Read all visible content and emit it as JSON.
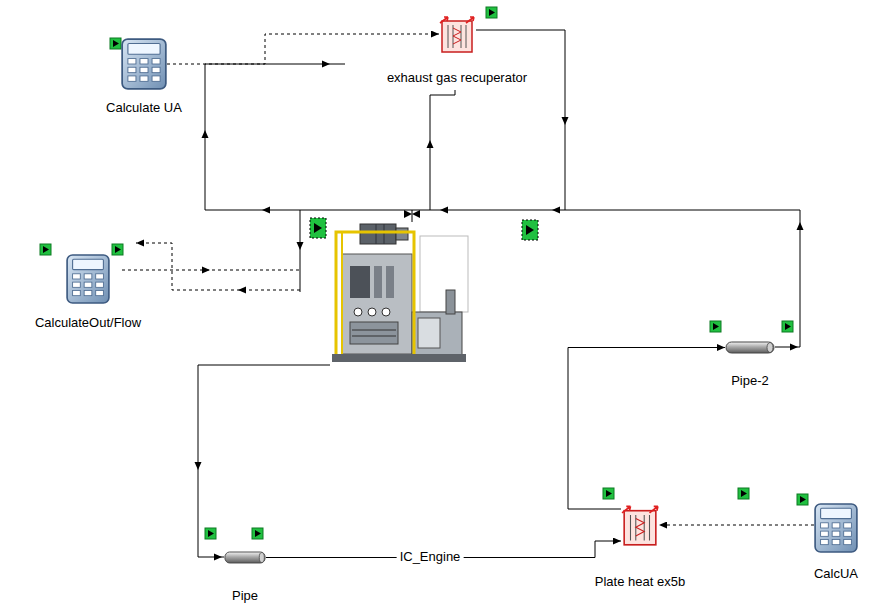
{
  "diagram": {
    "nodes": [
      {
        "text": [
          "Calculate UA"
        ]
      },
      {
        "text": [
          "exhaust gas recuperator"
        ]
      },
      {
        "text": [
          "CalculateOut/Flow"
        ]
      },
      {
        "text": [
          "Pipe-2"
        ]
      },
      {
        "text": [
          "Pipe"
        ]
      },
      {
        "text": [
          "Plate heat ex5b"
        ]
      },
      {
        "text": [
          "CalcUA"
        ]
      }
    ],
    "edges": [
      {
        "from": 0,
        "to": 1,
        "arrow": "to"
      },
      {
        "from": 5,
        "to": 3,
        "arrow": "to"
      },
      {
        "from": 4,
        "to": 5,
        "label": "IC_Engine",
        "arrow": "to"
      },
      {
        "from": 6,
        "to": 5,
        "arrow": "to"
      }
    ]
  }
}
